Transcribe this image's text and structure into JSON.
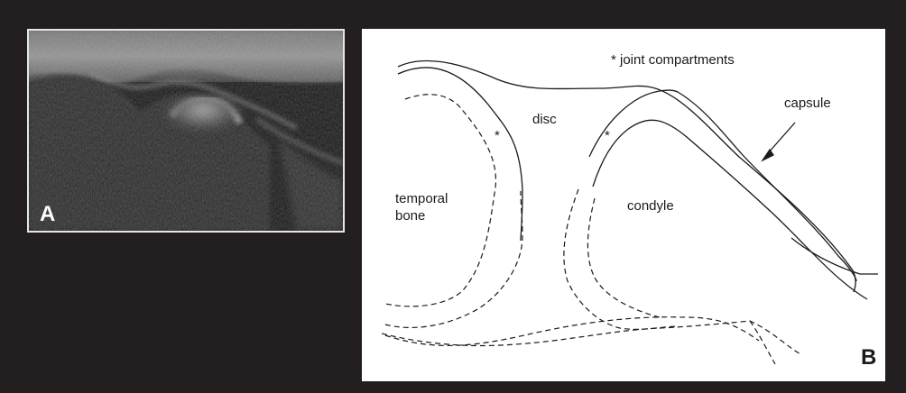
{
  "figure": {
    "panel_a": {
      "label": "A",
      "content": "ultrasound-image"
    },
    "panel_b": {
      "label": "B",
      "legend": "* joint compartments",
      "labels": {
        "disc": "disc",
        "capsule": "capsule",
        "temporal_bone": "temporal bone",
        "condyle": "condyle",
        "asterisk": "*"
      }
    }
  },
  "colors": {
    "background": "#231f20",
    "panel_b_background": "#ffffff",
    "line": "#1a1a1a",
    "panel_a_border": "#e6e6e6"
  }
}
